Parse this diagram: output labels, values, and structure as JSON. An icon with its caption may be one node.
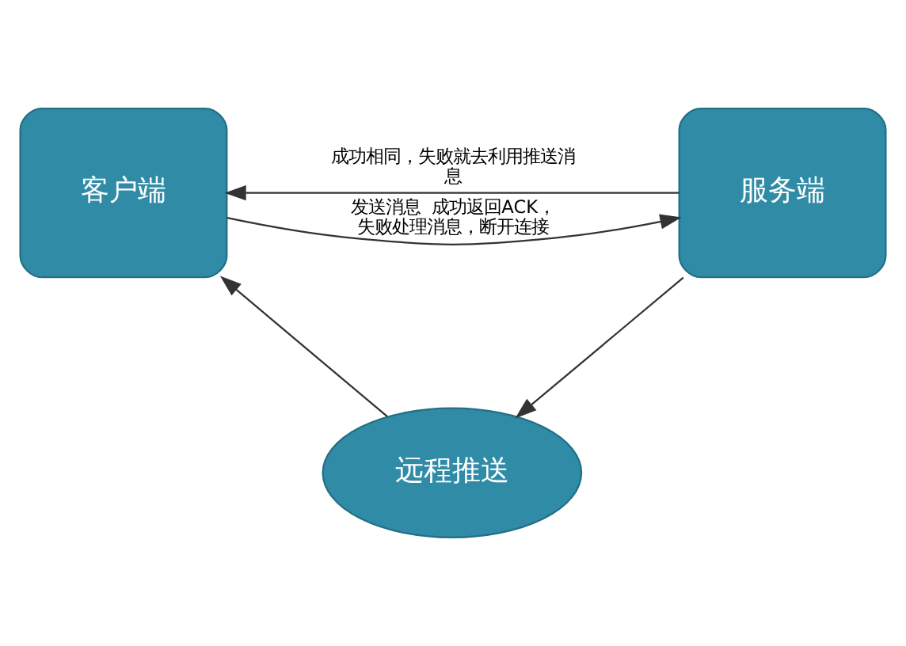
{
  "diagram": {
    "nodes": [
      {
        "text": [
          "客户端"
        ]
      },
      {
        "text": [
          "服务端"
        ]
      },
      {
        "text": [
          "远程推送"
        ]
      }
    ],
    "edges": [
      {
        "from": 0,
        "to": 1,
        "arrow": "to",
        "label": "发送消息  成功返回ACK，失败处理消息，断开连接"
      },
      {
        "from": 1,
        "to": 0,
        "arrow": "to",
        "label": "成功相同，失败就去利用推送消息"
      },
      {
        "from": 1,
        "to": 2,
        "arrow": "to"
      },
      {
        "from": 2,
        "to": 0,
        "arrow": "to"
      }
    ]
  }
}
